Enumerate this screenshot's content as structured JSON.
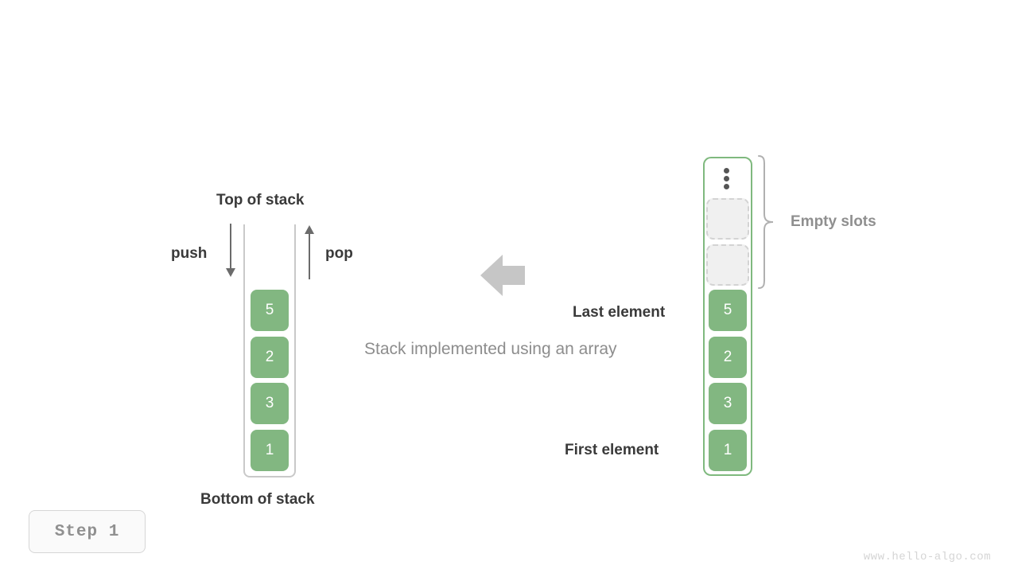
{
  "diagram": {
    "caption": "Stack implemented using an array",
    "step_label": "Step 1",
    "watermark": "www.hello-algo.com",
    "accent_color": "#82b781",
    "array_border_color": "#7fb97e",
    "empty_slot_color": "#f0f0f0",
    "arrow_color": "#6b6b6b",
    "transform_arrow_color": "#c6c6c6"
  },
  "stack": {
    "top_label": "Top of stack",
    "bottom_label": "Bottom of stack",
    "push_label": "push",
    "pop_label": "pop",
    "cells": [
      {
        "value": "5"
      },
      {
        "value": "2"
      },
      {
        "value": "3"
      },
      {
        "value": "1"
      }
    ]
  },
  "array": {
    "empty_slots_label": "Empty slots",
    "last_element_label": "Last element",
    "first_element_label": "First element",
    "ellipsis_icon": "vertical-ellipsis-icon",
    "empty_slots": [
      {
        "value": ""
      },
      {
        "value": ""
      }
    ],
    "cells": [
      {
        "value": "5"
      },
      {
        "value": "2"
      },
      {
        "value": "3"
      },
      {
        "value": "1"
      }
    ]
  }
}
